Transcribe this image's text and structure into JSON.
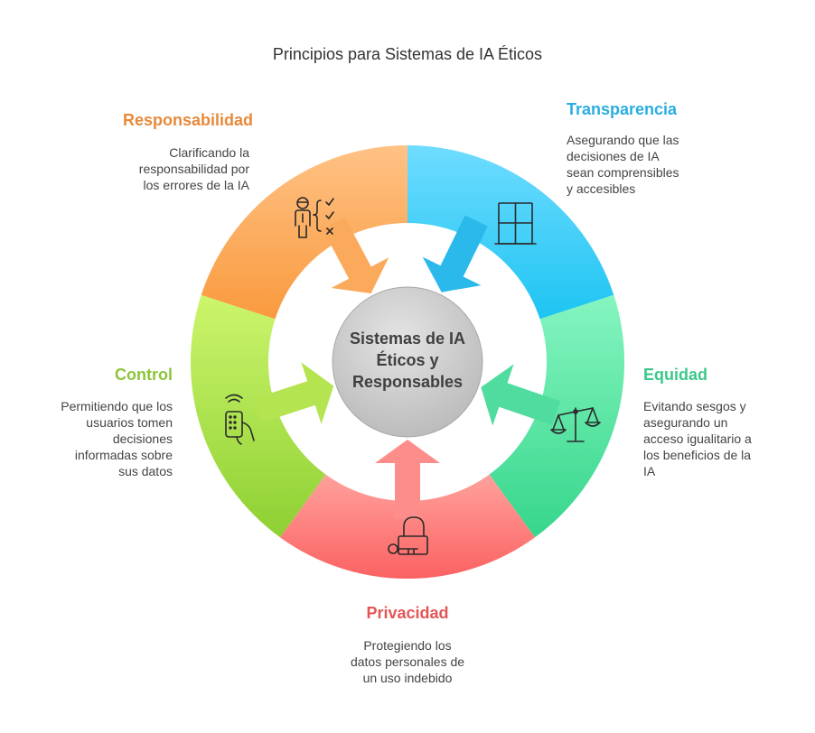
{
  "title": "Principios para Sistemas de IA Éticos",
  "center": {
    "line1": "Sistemas de IA",
    "line2": "Éticos y",
    "line3": "Responsables"
  },
  "segments": [
    {
      "key": "transparencia",
      "heading": "Transparencia",
      "color": "#2aaee0",
      "icon": "window-icon",
      "lines": [
        "Asegurando que las",
        "decisiones de IA",
        "sean comprensibles",
        "y accesibles"
      ]
    },
    {
      "key": "equidad",
      "heading": "Equidad",
      "color": "#3cc889",
      "icon": "balance-scale-icon",
      "lines": [
        "Evitando sesgos y",
        "asegurando un",
        "acceso igualitario a",
        "los beneficios de la",
        "IA"
      ]
    },
    {
      "key": "privacidad",
      "heading": "Privacidad",
      "color": "#e45656",
      "icon": "lock-key-icon",
      "lines": [
        "Protegiendo los",
        "datos personales de",
        "un uso indebido"
      ]
    },
    {
      "key": "control",
      "heading": "Control",
      "color": "#8cc43a",
      "icon": "remote-hand-icon",
      "lines": [
        "Permitiendo que los",
        "usuarios tomen",
        "decisiones",
        "informadas sobre",
        "sus datos"
      ]
    },
    {
      "key": "responsabilidad",
      "heading": "Responsabilidad",
      "color": "#e8893a",
      "icon": "person-checklist-icon",
      "lines": [
        "Clarificando la",
        "responsabilidad por",
        "los errores de la IA"
      ]
    }
  ]
}
